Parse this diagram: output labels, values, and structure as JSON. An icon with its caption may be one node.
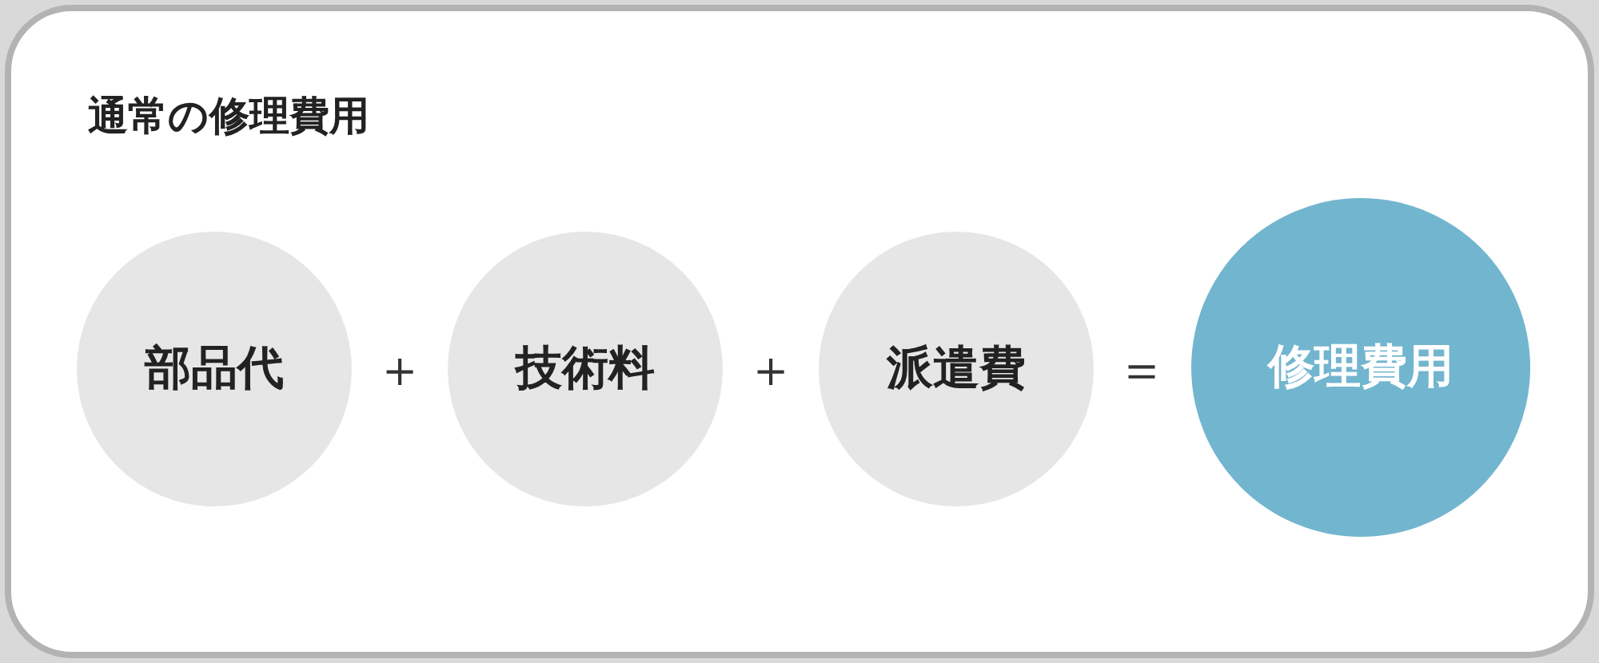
{
  "diagram": {
    "title": "通常の修理費用",
    "nodes": [
      {
        "text": [
          "部品代"
        ]
      },
      {
        "text": [
          "技術料"
        ]
      },
      {
        "text": [
          "派遣費"
        ]
      },
      {
        "text": [
          "修理費用"
        ]
      }
    ],
    "labels": [
      "＋",
      "＋",
      "＝"
    ]
  }
}
